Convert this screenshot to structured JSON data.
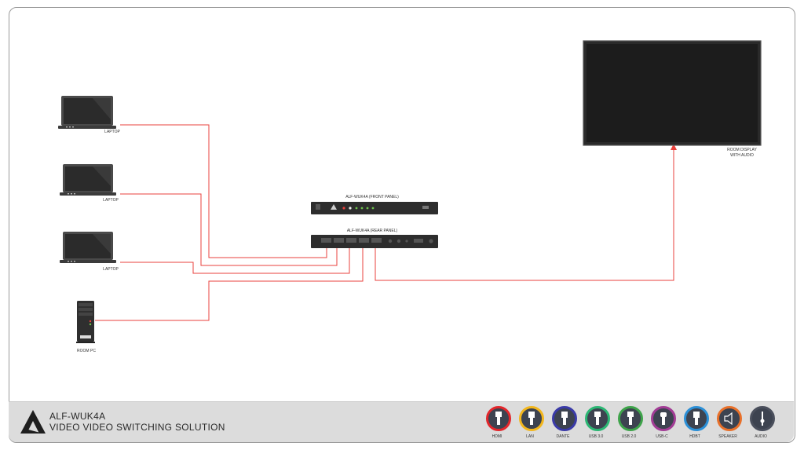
{
  "diagram": {
    "sources": [
      {
        "label": "LAPTOP",
        "icon": "laptop-icon"
      },
      {
        "label": "LAPTOP",
        "icon": "laptop-icon"
      },
      {
        "label": "LAPTOP",
        "icon": "laptop-icon"
      },
      {
        "label": "ROOM PC",
        "icon": "desktop-tower-icon"
      }
    ],
    "front_panel_label": "ALF-WUK4A (FRONT PANEL)",
    "rear_panel_label": "ALF-WUK4A (REAR PANEL)",
    "display_label_line1": "ROOM DISPLAY",
    "display_label_line2": "WITH AUDIO",
    "connection_color": "#e8413c"
  },
  "footer": {
    "title_line1": "ALF-WUK4A",
    "title_line2": "VIDEO VIDEO SWITCHING SOLUTION",
    "legend": [
      {
        "label": "HDMI",
        "color": "#e2262b",
        "icon": "hdmi-icon"
      },
      {
        "label": "LAN",
        "color": "#f2b61d",
        "icon": "lan-icon"
      },
      {
        "label": "DANTE",
        "color": "#3a3aa8",
        "icon": "dante-icon"
      },
      {
        "label": "USB 3.0",
        "color": "#2bb673",
        "icon": "usb-3-icon"
      },
      {
        "label": "USB 2.0",
        "color": "#3ea34a",
        "icon": "usb-2-icon"
      },
      {
        "label": "USB-C",
        "color": "#a23c95",
        "icon": "usb-c-icon"
      },
      {
        "label": "HDBT",
        "color": "#2b8fd6",
        "icon": "hdbt-icon"
      },
      {
        "label": "SPEAKER",
        "color": "#e8702a",
        "icon": "speaker-icon"
      },
      {
        "label": "AUDIO",
        "color": "#4a4f5c",
        "icon": "audio-icon"
      }
    ]
  }
}
